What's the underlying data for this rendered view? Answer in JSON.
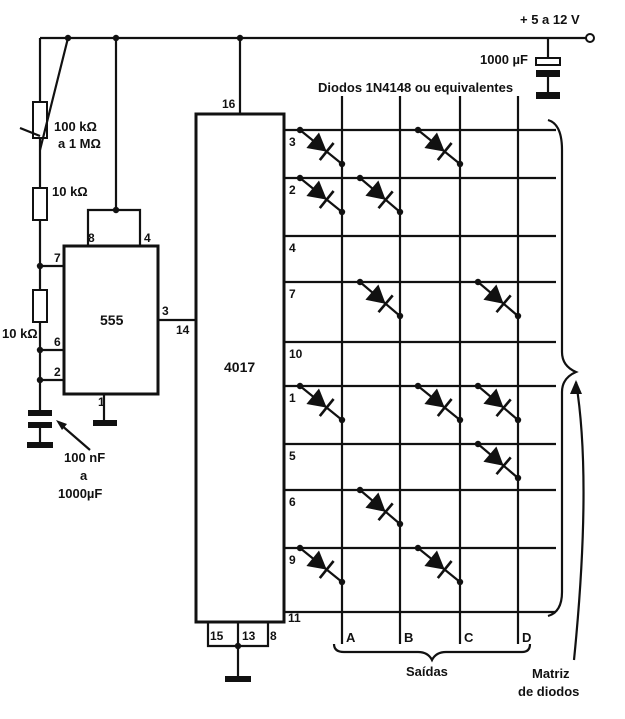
{
  "supply_label": "+ 5 a 12 V",
  "diodes_caption": "Diodos 1N4148 ou equivalentes",
  "cap_main": "1000 µF",
  "pot": {
    "line1": "100 kΩ",
    "line2": "a 1 MΩ"
  },
  "r1": "10 kΩ",
  "r2": "10 kΩ",
  "timing_cap": {
    "line1": "100 nF",
    "line2": "a",
    "line3": "1000µF"
  },
  "ic555": {
    "name": "555",
    "pins": {
      "p8": "8",
      "p4": "4",
      "p7": "7",
      "p6": "6",
      "p2": "2",
      "p3": "3",
      "p1": "1"
    }
  },
  "ic4017": {
    "name": "4017",
    "pins": {
      "p16": "16",
      "p14": "14",
      "p11": "11",
      "p15": "15",
      "p13": "13",
      "p8": "8"
    }
  },
  "row_labels": [
    "3",
    "2",
    "4",
    "7",
    "10",
    "1",
    "5",
    "6",
    "9"
  ],
  "columns": [
    "A",
    "B",
    "C",
    "D"
  ],
  "outputs_label": "Saídas",
  "matrix_label": {
    "line1": "Matriz",
    "line2": "de diodos"
  }
}
